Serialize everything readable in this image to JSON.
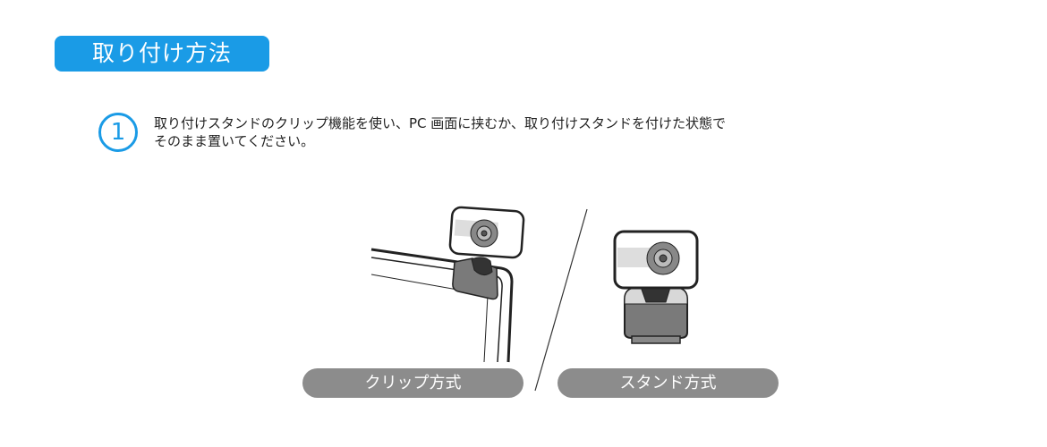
{
  "section_title": "取り付け方法",
  "step": {
    "number": "1",
    "line1": "取り付けスタンドのクリップ機能を使い、PC 画面に挟むか、取り付けスタンドを付けた状態で",
    "line2": "そのまま置いてください。"
  },
  "labels": {
    "clip": "クリップ方式",
    "stand": "スタンド方式"
  },
  "colors": {
    "accent": "#1a9be6",
    "pill": "#8c8c8c"
  }
}
